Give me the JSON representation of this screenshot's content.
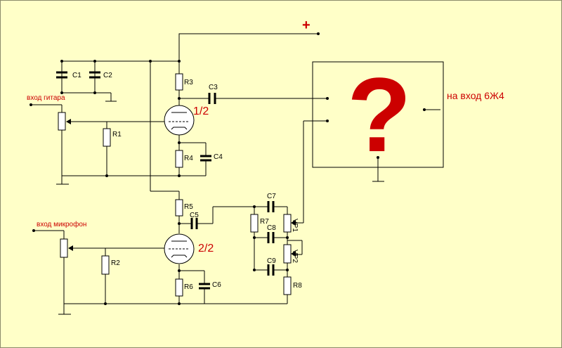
{
  "labels": {
    "plus": "+",
    "guitar_input": "вход гитара",
    "mic_input": "вход микрофон",
    "output": "на вход 6Ж4",
    "question": "?",
    "tube1": "1/2",
    "tube2": "2/2",
    "C1": "C1",
    "C2": "C2",
    "C3": "C3",
    "C4": "C4",
    "C5": "C5",
    "C6": "C6",
    "C7": "C7",
    "C8": "C8",
    "C9": "C9",
    "R1": "R1",
    "R2": "R2",
    "R3": "R3",
    "R4": "R4",
    "R5": "R5",
    "R6": "R6",
    "R7": "R7",
    "R8": "R8",
    "VP1": "VP1",
    "VP2": "VP2"
  },
  "colors": {
    "background": "#ffffc8",
    "accent": "#cc0000",
    "ink": "#000000"
  }
}
